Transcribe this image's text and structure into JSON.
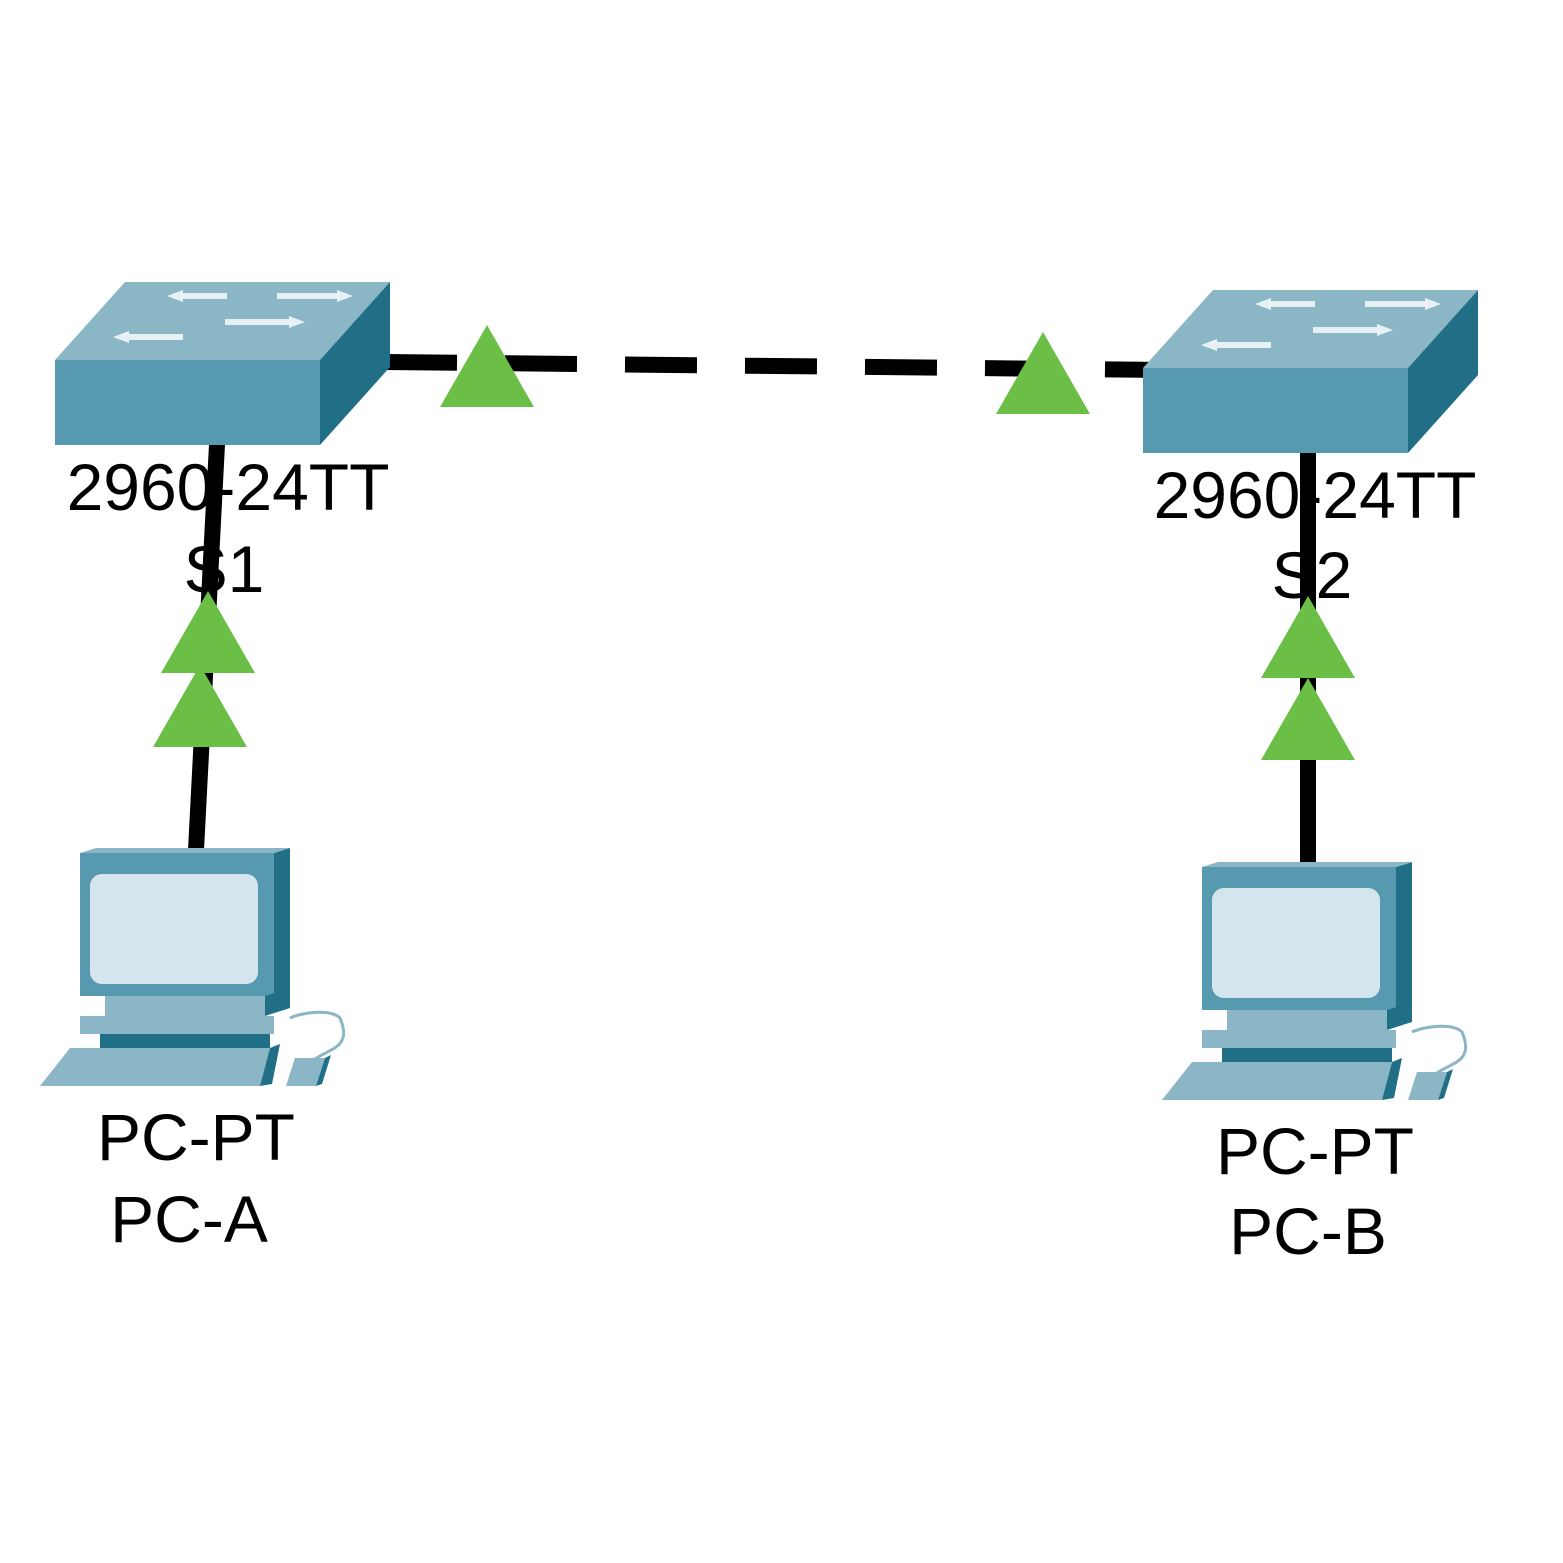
{
  "devices": {
    "s1": {
      "model": "2960-24TT",
      "name": "S1"
    },
    "s2": {
      "model": "2960-24TT",
      "name": "S2"
    },
    "pca": {
      "model": "PC-PT",
      "name": "PC-A"
    },
    "pcb": {
      "model": "PC-PT",
      "name": "PC-B"
    }
  },
  "links": [
    {
      "from": "S1",
      "to": "S2",
      "style": "dashed",
      "status": "up"
    },
    {
      "from": "S1",
      "to": "PC-A",
      "style": "solid",
      "status": "up"
    },
    {
      "from": "S2",
      "to": "PC-B",
      "style": "solid",
      "status": "up"
    }
  ],
  "colors": {
    "device_top": "#8ab6c6",
    "device_front": "#5799ae",
    "device_side": "#216f86",
    "screen": "#d4e5ee",
    "link": "#000000",
    "link_up": "#6bbf46"
  },
  "icons": {
    "switch": "switch-icon",
    "pc": "pc-icon",
    "link_status": "link-up-triangle-icon"
  }
}
